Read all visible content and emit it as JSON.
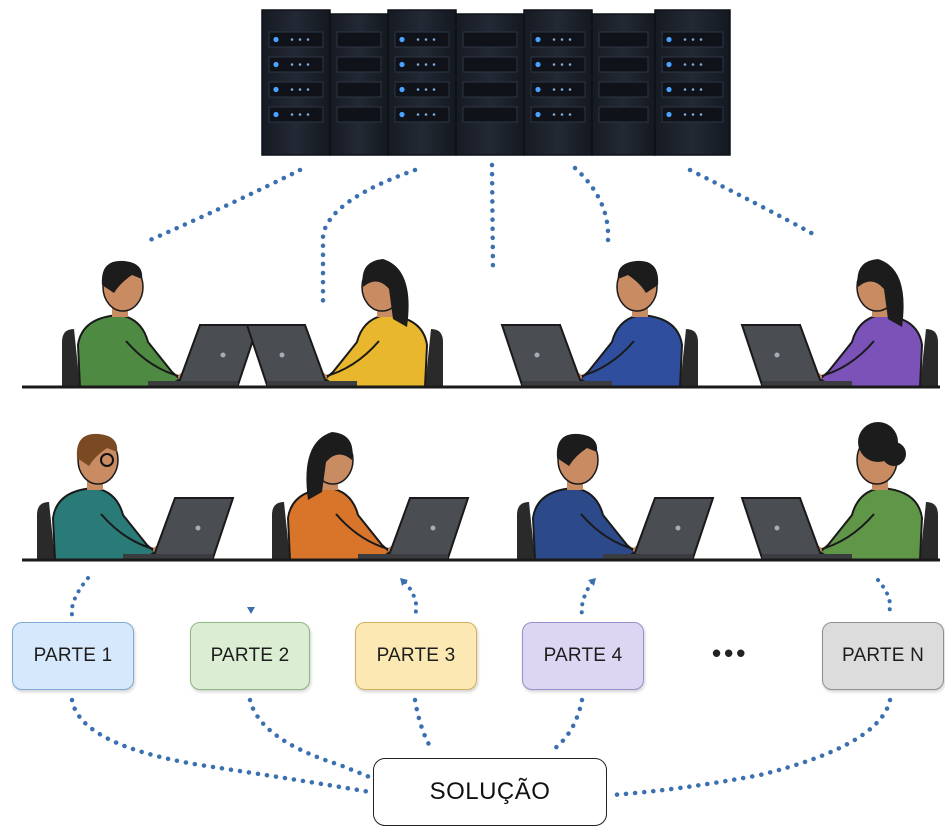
{
  "parts": [
    {
      "label": "PARTE 1",
      "color": "#d6e8fb",
      "border": "#7fa9d6"
    },
    {
      "label": "PARTE 2",
      "color": "#dbeed3",
      "border": "#8fb783"
    },
    {
      "label": "PARTE 3",
      "color": "#fbe8b3",
      "border": "#d2b15e"
    },
    {
      "label": "PARTE 4",
      "color": "#ddd6f3",
      "border": "#9c8dcc"
    },
    {
      "label": "PARTE N",
      "color": "#dcdcdc",
      "border": "#8f8f8f"
    }
  ],
  "ellipsis": "•••",
  "solution_label": "SOLUÇÃO",
  "colors": {
    "dots": "#3a6fb0",
    "server": "#1b2029",
    "server_led": "#4aa3ff",
    "desk": "#1a1a1a",
    "laptop": "#4a4d52",
    "skin": "#c98b62",
    "row1_shirts": [
      "#4f8a43",
      "#e8b72d",
      "#2f4f9e",
      "#7a52b8"
    ],
    "row2_shirts": [
      "#2a7a78",
      "#d9752b",
      "#2c4a8a",
      "#5f9648"
    ]
  }
}
